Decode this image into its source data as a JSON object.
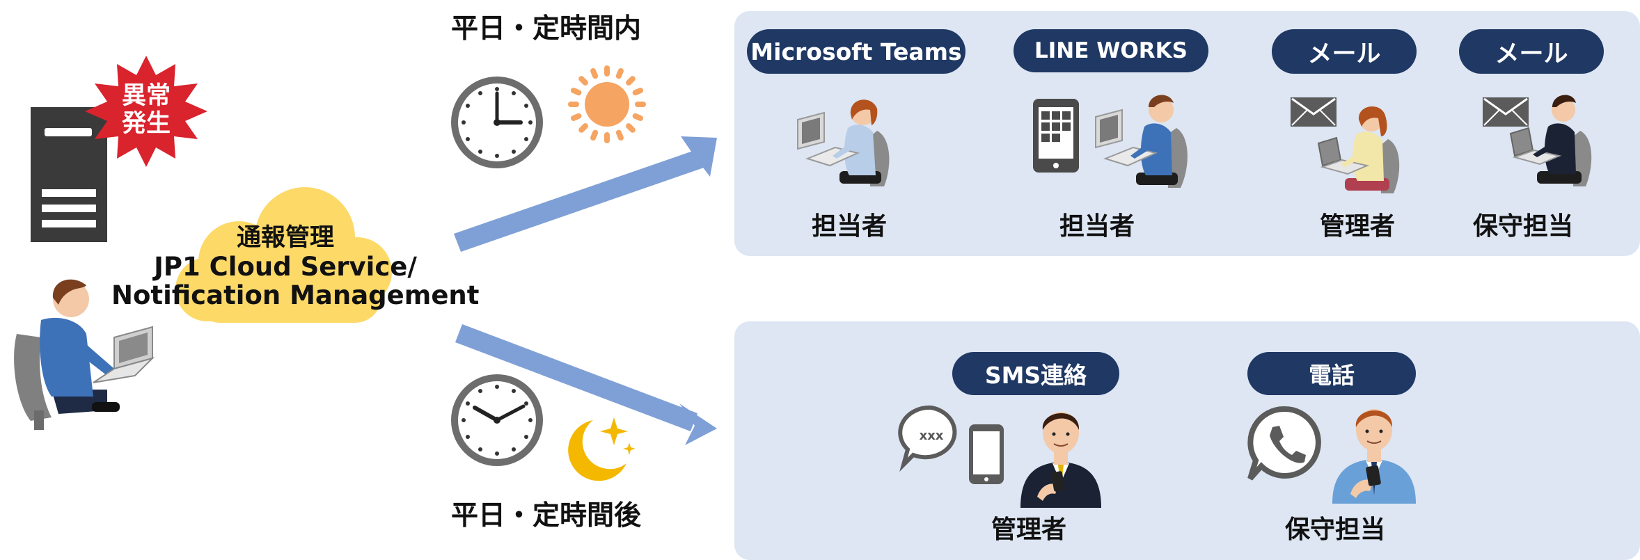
{
  "alert": {
    "line1": "異常",
    "line2": "発生"
  },
  "cloud": {
    "line1": "通報管理",
    "line2": "JP1 Cloud Service/",
    "line3": "Notification Management"
  },
  "business_hours": {
    "label": "平日・定時間内",
    "channels": [
      {
        "pill": "Microsoft Teams",
        "role": "担当者"
      },
      {
        "pill": "LINE WORKS",
        "role": "担当者"
      },
      {
        "pill": "メール",
        "role": "管理者"
      },
      {
        "pill": "メール",
        "role": "保守担当"
      }
    ]
  },
  "after_hours": {
    "label": "平日・定時間後",
    "bubble_text": "xxx",
    "channels": [
      {
        "pill": "SMS連絡",
        "role": "管理者"
      },
      {
        "pill": "電話",
        "role": "保守担当"
      }
    ]
  },
  "colors": {
    "panel_bg": "#dde6f2",
    "pill_bg": "#1f3864",
    "arrow": "#7fa0d6",
    "cloud": "#fdd968",
    "burst": "#d9232d",
    "sun": "#f5a462",
    "moon": "#f4b800"
  },
  "icons": [
    "server-icon",
    "alert-burst-icon",
    "cloud-icon",
    "clock-icon",
    "sun-icon",
    "moon-icon",
    "envelope-icon",
    "tablet-icon",
    "phone-icon",
    "speech-bubble-icon",
    "person-icon"
  ]
}
